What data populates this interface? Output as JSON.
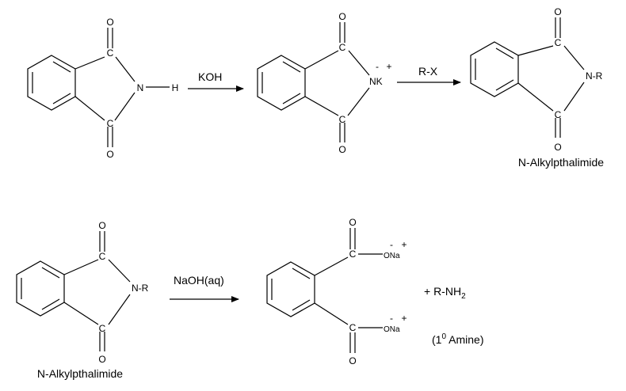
{
  "atoms": {
    "C": "C",
    "O": "O",
    "N": "N",
    "H": "H",
    "NK": "NK",
    "N_R": "N-R",
    "ONa": "ONa",
    "minus": "-",
    "plus": "+"
  },
  "reaction1": {
    "reagent_1": "KOH",
    "reagent_2": "R-X",
    "product_name": "N-Alkylpthalimide"
  },
  "reaction2": {
    "reactant_name": "N-Alkylpthalimide",
    "reagent": "NaOH(aq)",
    "coproduct": "+ R-NH",
    "coproduct_subscript": "2",
    "amine_open": "(1",
    "amine_superscript": "0",
    "amine_close": " Amine)"
  }
}
